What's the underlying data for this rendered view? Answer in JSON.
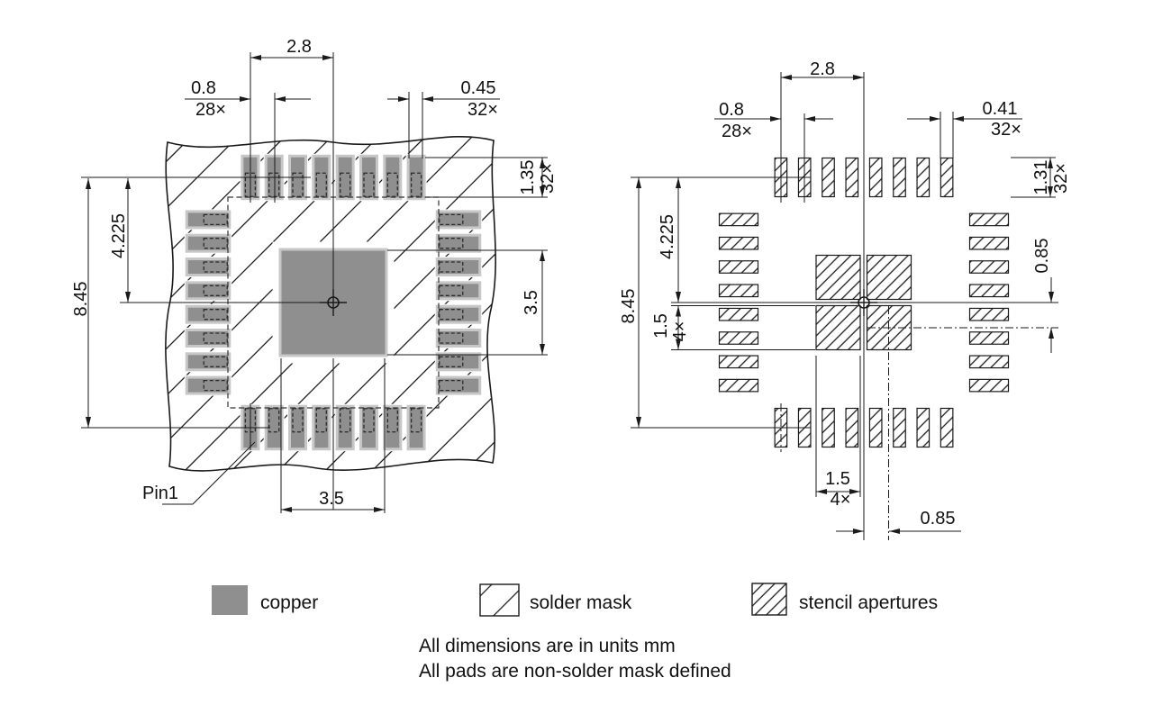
{
  "figure_left": {
    "dims": {
      "top_span": "2.8",
      "pitch": "0.8",
      "pitch_count": "28×",
      "pad_width": "0.45",
      "pad_width_count": "32×",
      "pad_length": "1.35",
      "pad_length_count": "32×",
      "half_height": "4.225",
      "total_height": "8.45",
      "center_pad_width": "3.5",
      "center_pad_height": "3.5",
      "pin1_label": "Pin1"
    }
  },
  "figure_right": {
    "dims": {
      "top_span": "2.8",
      "pitch": "0.8",
      "pitch_count": "28×",
      "aperture_width": "0.41",
      "aperture_width_count": "32×",
      "aperture_length": "1.31",
      "aperture_length_count": "32×",
      "half_height": "4.225",
      "total_height": "8.45",
      "thermal_size_v": "1.5",
      "thermal_size_v_count": "4×",
      "thermal_offset_v": "0.85",
      "thermal_size_h": "1.5",
      "thermal_size_h_count": "4×",
      "thermal_offset_h": "0.85"
    }
  },
  "legend": {
    "copper": "copper",
    "solder_mask": "solder mask",
    "stencil_apertures": "stencil apertures"
  },
  "notes": [
    "All dimensions are in units mm",
    "All pads are non-solder mask defined"
  ],
  "colors": {
    "copper": "#8f8f8f",
    "mask_ring": "#c7c7c7",
    "line": "#1a1a1a"
  }
}
